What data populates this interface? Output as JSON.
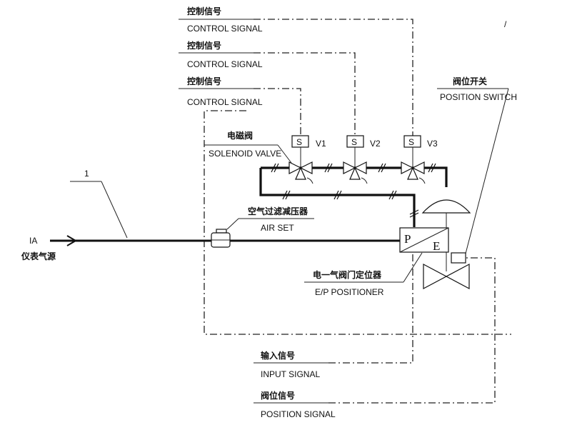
{
  "control_signals": [
    {
      "cn": "控制信号",
      "en": "CONTROL SIGNAL"
    },
    {
      "cn": "控制信号",
      "en": "CONTROL SIGNAL"
    },
    {
      "cn": "控制信号",
      "en": "CONTROL SIGNAL"
    }
  ],
  "position_switch": {
    "cn": "阀位开关",
    "en": "POSITION SWITCH"
  },
  "solenoid_valve": {
    "cn": "电磁阀",
    "en": "SOLENOID VALVE"
  },
  "valves": [
    {
      "box": "S",
      "tag": "V1"
    },
    {
      "box": "S",
      "tag": "V2"
    },
    {
      "box": "S",
      "tag": "V3"
    }
  ],
  "leader_number": "1",
  "air_supply": {
    "en": "IA",
    "cn": "仪表气源"
  },
  "air_set": {
    "cn": "空气过滤减压器",
    "en": "AIR SET"
  },
  "positioner": {
    "p": "P",
    "e": "E",
    "cn": "电一气阀门定位器",
    "en": "E/P POSITIONER"
  },
  "input_signal": {
    "cn": "输入信号",
    "en": "INPUT SIGNAL"
  },
  "position_signal": {
    "cn": "阀位信号",
    "en": "POSITION SIGNAL"
  },
  "margin_mark": "/"
}
